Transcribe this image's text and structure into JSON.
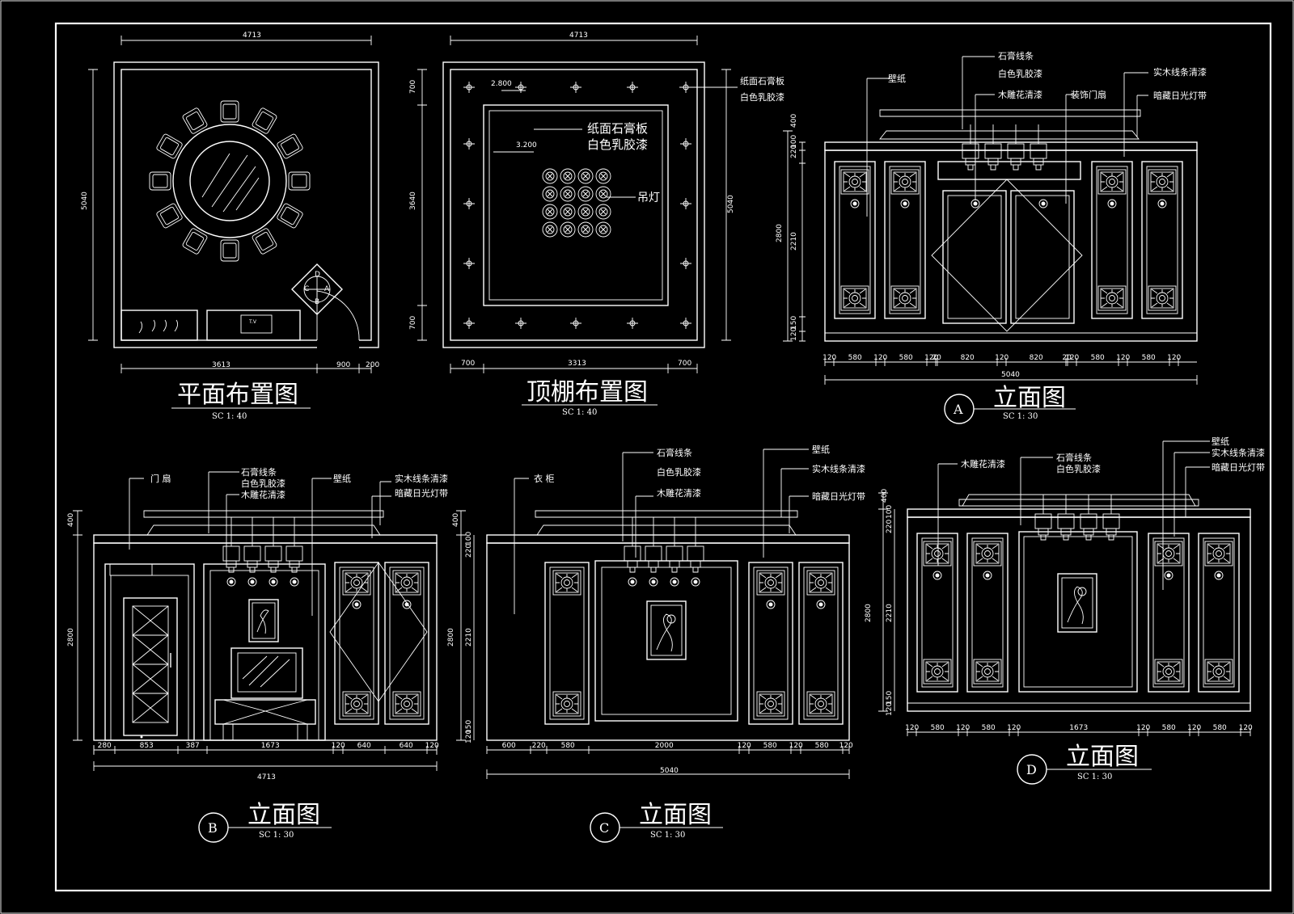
{
  "plan": {
    "title": "平面布置图",
    "scale": "SC 1: 40",
    "dims": {
      "top": "4713",
      "left": "5040",
      "bot1": "3613",
      "bot2": "900",
      "bot3": "200"
    },
    "markers": {
      "a": "A",
      "b": "B",
      "c": "C",
      "d": "D"
    },
    "tv": "T.V"
  },
  "ceiling": {
    "title": "顶棚布置图",
    "scale": "SC 1: 40",
    "dims": {
      "top": "4713",
      "l1": "700",
      "l2": "3640",
      "l3": "700",
      "right": "5040",
      "b1": "700",
      "b2": "3313",
      "b3": "700"
    },
    "levels": {
      "outer": "2.800",
      "inner": "3.200"
    },
    "notes": {
      "n1": "纸面石膏板",
      "n2": "白色乳胶漆",
      "n3": "纸面石膏板",
      "n4": "白色乳胶漆",
      "n5": "吊灯"
    }
  },
  "elev_a": {
    "marker": "A",
    "title": "立面图",
    "scale": "SC 1: 30",
    "notes": {
      "wallpaper": "壁纸",
      "gypsum": "石膏线条",
      "latex": "白色乳胶漆",
      "carving": "木雕花清漆",
      "door": "装饰门扇",
      "wood": "实木线条清漆",
      "light": "暗藏日光灯带"
    },
    "hdims": [
      "120",
      "580",
      "120",
      "580",
      "120",
      "20",
      "820",
      "120",
      "820",
      "20",
      "120",
      "580",
      "120",
      "580",
      "120"
    ],
    "total": "5040",
    "vdims": {
      "total": "2800",
      "v400": "400",
      "v220": "220",
      "v100": "100",
      "v2210": "2210",
      "v150": "150",
      "v120": "120"
    }
  },
  "elev_b": {
    "marker": "B",
    "title": "立面图",
    "scale": "SC 1: 30",
    "notes": {
      "door": "门 扇",
      "gypsum": "石膏线条",
      "latex": "白色乳胶漆",
      "carving": "木雕花清漆",
      "wallpaper": "壁纸",
      "wood": "实木线条清漆",
      "light": "暗藏日光灯带"
    },
    "hdims": [
      "280",
      "853",
      "387",
      "1673",
      "120",
      "640",
      "640",
      "120"
    ],
    "total": "4713",
    "vdims": {
      "total": "2800",
      "v400": "400"
    }
  },
  "elev_c": {
    "marker": "C",
    "title": "立面图",
    "scale": "SC 1: 30",
    "notes": {
      "wardrobe": "衣 柜",
      "gypsum": "石膏线条",
      "latex": "白色乳胶漆",
      "carving": "木雕花清漆",
      "wallpaper": "壁纸",
      "wood": "实木线条清漆",
      "light": "暗藏日光灯带"
    },
    "hdims": [
      "600",
      "220",
      "580",
      "2000",
      "120",
      "580",
      "120",
      "580",
      "120"
    ],
    "total": "5040",
    "vdims": {
      "total": "2800",
      "v400": "400",
      "v2210": "2210",
      "v150": "150",
      "v120": "120",
      "v220": "220",
      "v100": "100"
    }
  },
  "elev_d": {
    "marker": "D",
    "title": "立面图",
    "scale": "SC 1: 30",
    "notes": {
      "carving": "木雕花清漆",
      "gypsum": "石膏线条",
      "latex": "白色乳胶漆",
      "wallpaper": "壁纸",
      "wood": "实木线条清漆",
      "light": "暗藏日光灯带"
    },
    "hdims": [
      "120",
      "580",
      "120",
      "580",
      "120",
      "1673",
      "120",
      "580",
      "120",
      "580",
      "120"
    ],
    "vdims": {
      "total": "2800",
      "v400": "400",
      "v2210": "2210",
      "v150": "150",
      "v120": "120",
      "v220": "220",
      "v100": "100"
    }
  }
}
